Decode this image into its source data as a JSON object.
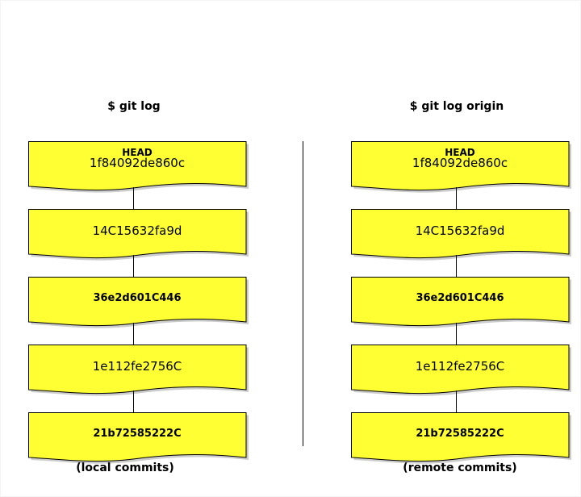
{
  "columns": [
    {
      "id": "local",
      "title": "$ git log",
      "caption": "(local commits)",
      "commits": [
        {
          "label": "HEAD",
          "hash": "1f84092de860c",
          "bold": false
        },
        {
          "label": null,
          "hash": "14C15632fa9d",
          "bold": false
        },
        {
          "label": null,
          "hash": "36e2d601C446",
          "bold": true
        },
        {
          "label": null,
          "hash": "1e112fe2756C",
          "bold": false
        },
        {
          "label": null,
          "hash": "21b72585222C",
          "bold": true
        }
      ]
    },
    {
      "id": "remote",
      "title": "$ git log origin",
      "caption": "(remote commits)",
      "commits": [
        {
          "label": "HEAD",
          "hash": "1f84092de860c",
          "bold": false
        },
        {
          "label": null,
          "hash": "14C15632fa9d",
          "bold": false
        },
        {
          "label": null,
          "hash": "36e2d601C446",
          "bold": true
        },
        {
          "label": null,
          "hash": "1e112fe2756C",
          "bold": false
        },
        {
          "label": null,
          "hash": "21b72585222C",
          "bold": true
        }
      ]
    }
  ],
  "colors": {
    "note_fill": "#ffff33",
    "note_border": "#000000",
    "shadow": "#999999"
  }
}
